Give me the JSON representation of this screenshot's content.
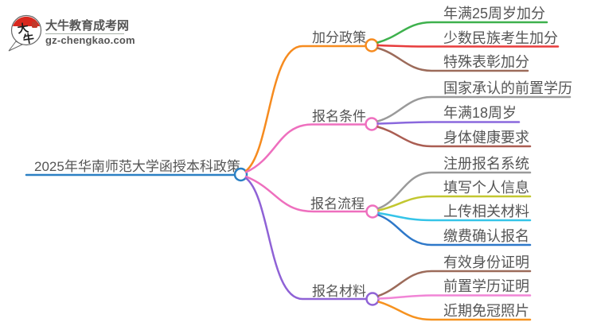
{
  "logo": {
    "icon_char_top": "大",
    "icon_char_bottom": "牛",
    "site_name": "大牛教育成考网",
    "site_url": "gz-chengkao.com",
    "brand_green": "#2e7d33",
    "icon_red": "#d8281e",
    "seal_red": "#c0392b"
  },
  "mindmap": {
    "root": {
      "label": "2025年华南师范大学函授本科政策",
      "color": "#2b80c4"
    },
    "branches": [
      {
        "label": "加分政策",
        "color": "#f68b1f",
        "children": [
          {
            "label": "年满25周岁加分",
            "color": "#3eb14d"
          },
          {
            "label": "少数民族考生加分",
            "color": "#e73c3c"
          },
          {
            "label": "特殊表彰加分",
            "color": "#9c6b5a"
          }
        ]
      },
      {
        "label": "报名条件",
        "color": "#ee6fbe",
        "children": [
          {
            "label": "国家承认的前置学历",
            "color": "#9a9a9a"
          },
          {
            "label": "年满18周岁",
            "color": "#8a68dd"
          },
          {
            "label": "身体健康要求",
            "color": "#aa5d52"
          }
        ]
      },
      {
        "label": "报名流程",
        "color": "#ee6fbe",
        "children": [
          {
            "label": "注册报名系统",
            "color": "#9a9a9a"
          },
          {
            "label": "填写个人信息",
            "color": "#c2c730"
          },
          {
            "label": "上传相关材料",
            "color": "#35c4e8"
          },
          {
            "label": "缴费确认报名",
            "color": "#2e78c9"
          }
        ]
      },
      {
        "label": "报名材料",
        "color": "#8f62d6",
        "children": [
          {
            "label": "有效身份证明",
            "color": "#9c6b5a"
          },
          {
            "label": "前置学历证明",
            "color": "#f185d6"
          },
          {
            "label": "近期免冠照片",
            "color": "#f6921f"
          }
        ]
      }
    ]
  }
}
